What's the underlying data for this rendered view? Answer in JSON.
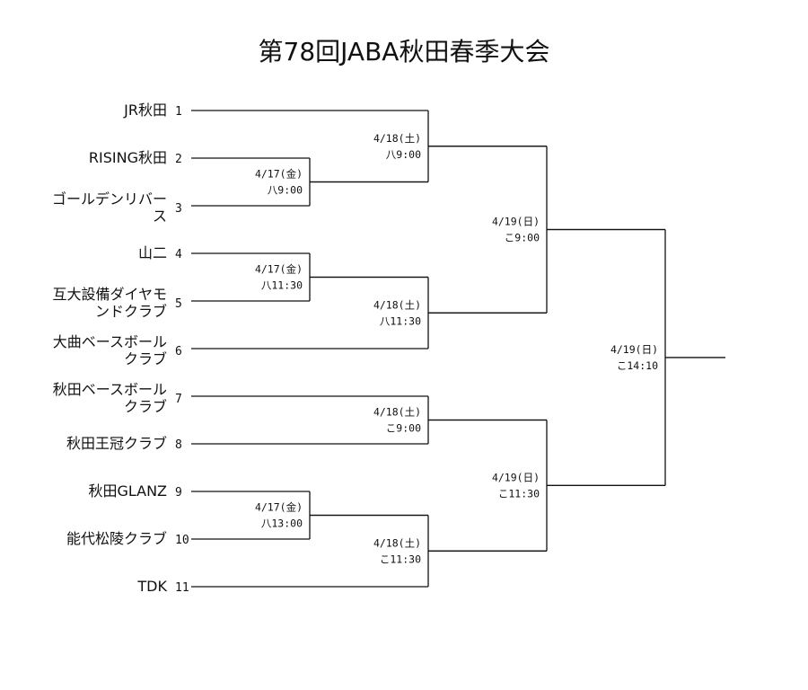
{
  "title": "第78回JABA秋田春季大会",
  "teams": [
    {
      "seed": "1",
      "lines": [
        "JR秋田"
      ]
    },
    {
      "seed": "2",
      "lines": [
        "RISING秋田"
      ]
    },
    {
      "seed": "3",
      "lines": [
        "ゴールデンリバー",
        "ス"
      ]
    },
    {
      "seed": "4",
      "lines": [
        "山二"
      ]
    },
    {
      "seed": "5",
      "lines": [
        "互大設備ダイヤモ",
        "ンドクラブ"
      ]
    },
    {
      "seed": "6",
      "lines": [
        "大曲ベースボール",
        "クラブ"
      ]
    },
    {
      "seed": "7",
      "lines": [
        "秋田ベースボール",
        "クラブ"
      ]
    },
    {
      "seed": "8",
      "lines": [
        "秋田王冠クラブ"
      ]
    },
    {
      "seed": "9",
      "lines": [
        "秋田GLANZ"
      ]
    },
    {
      "seed": "10",
      "lines": [
        "能代松陵クラブ"
      ]
    },
    {
      "seed": "11",
      "lines": [
        "TDK"
      ]
    }
  ],
  "matches": [
    {
      "id": "r1-2v3",
      "date": "4/17(金)",
      "time": "八9:00"
    },
    {
      "id": "r1-4v5",
      "date": "4/17(金)",
      "time": "八11:30"
    },
    {
      "id": "r1-9v10",
      "date": "4/17(金)",
      "time": "八13:00"
    },
    {
      "id": "r2-1",
      "date": "4/18(土)",
      "time": "八9:00"
    },
    {
      "id": "r2-6",
      "date": "4/18(土)",
      "time": "八11:30"
    },
    {
      "id": "r2-7v8",
      "date": "4/18(土)",
      "time": "こ9:00"
    },
    {
      "id": "r2-11",
      "date": "4/18(土)",
      "time": "こ11:30"
    },
    {
      "id": "semi-top",
      "date": "4/19(日)",
      "time": "こ9:00"
    },
    {
      "id": "semi-bottom",
      "date": "4/19(日)",
      "time": "こ11:30"
    },
    {
      "id": "final",
      "date": "4/19(日)",
      "time": "こ14:10"
    }
  ]
}
